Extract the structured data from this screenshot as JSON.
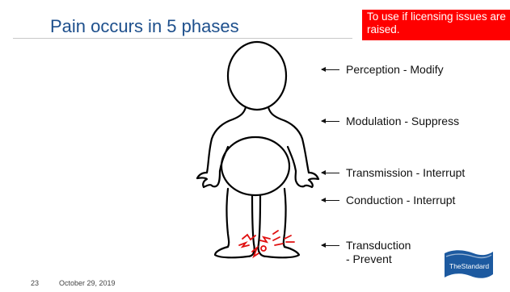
{
  "slide": {
    "title": "Pain occurs in 5 phases",
    "note": "To use if licensing issues are raised.",
    "phases": [
      {
        "label": "Perception - Modify"
      },
      {
        "label": "Modulation - Suppress"
      },
      {
        "label": "Transmission - Interrupt"
      },
      {
        "label": "Conduction - Interrupt"
      },
      {
        "label": "Transduction\n- Prevent"
      }
    ],
    "footer": {
      "page_number": "23",
      "date": "October 29, 2019"
    },
    "logo": {
      "text": "TheStandard",
      "icon": "flag-logo-icon"
    }
  }
}
